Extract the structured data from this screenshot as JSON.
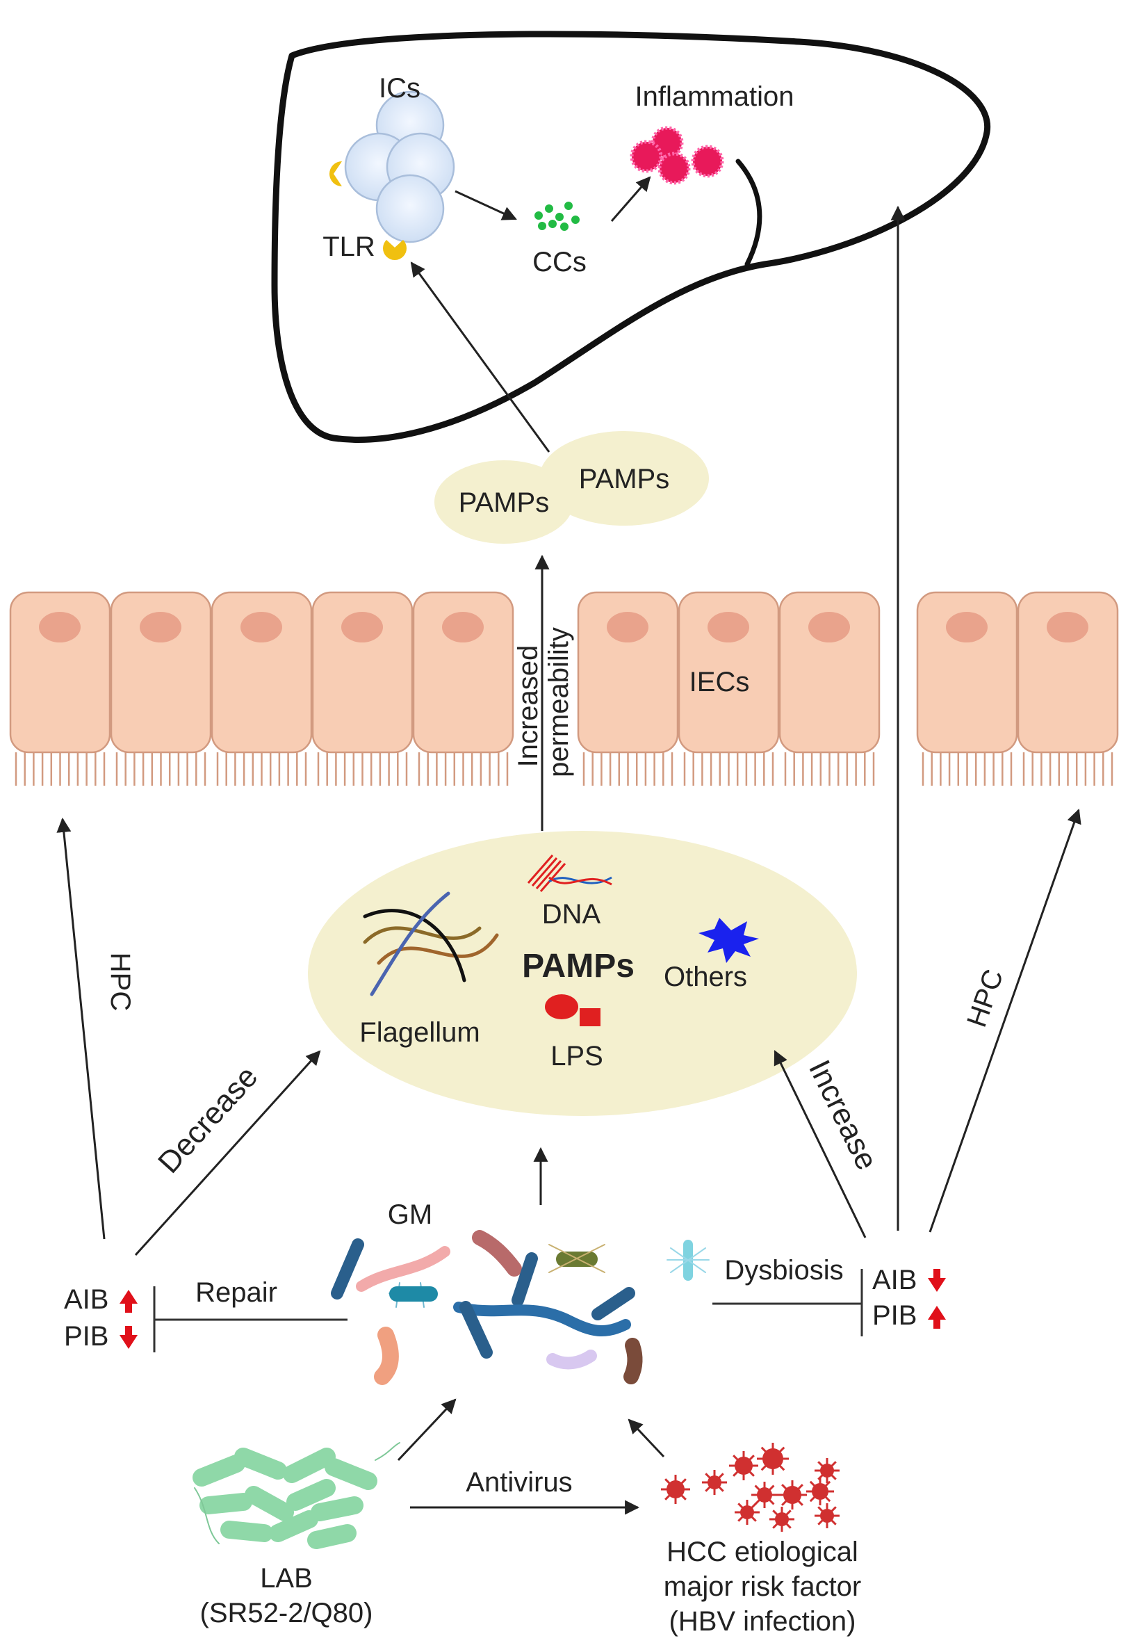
{
  "liver": {
    "immune_cells_label": "ICs",
    "receptor_label": "TLR",
    "cytokines_label": "CCs",
    "inflammation_label": "Inflammation"
  },
  "pamps_top": [
    "PAMPs",
    "PAMPs"
  ],
  "epithelium": {
    "label": "IECs",
    "permeability_label": [
      "Increased",
      "permeability"
    ]
  },
  "pamps_center": {
    "title": "PAMPs",
    "items": [
      "DNA",
      "Flagellum",
      "Others",
      "LPS"
    ]
  },
  "flows": {
    "left_up": "HPC",
    "right_up": "HPC",
    "decrease": "Decrease",
    "increase": "Increase",
    "repair": "Repair",
    "dysbiosis": "Dysbiosis",
    "antivirus": "Antivirus"
  },
  "gut_microbiota_label": "GM",
  "barrier_left": {
    "line1": "AIB",
    "line2": "PIB",
    "arrow1": "up",
    "arrow2": "down"
  },
  "barrier_right": {
    "line1": "AIB",
    "line2": "PIB",
    "arrow1": "down",
    "arrow2": "up"
  },
  "lab": {
    "line1": "LAB",
    "line2": "(SR52-2/Q80)"
  },
  "hcc": {
    "line1": "HCC etiological",
    "line2": "major risk factor",
    "line3": "(HBV infection)"
  },
  "colors": {
    "cell_fill": "#f8cdb4",
    "nucleus": "#e9a38c",
    "pamp_oval": "#f4f0cf",
    "inflammation": "#e8195a",
    "cytokine": "#22bb44",
    "tlr": "#f0c010",
    "arrow_up": "#e0101a",
    "lab": "#8fd8a8",
    "virus": "#d03030"
  }
}
